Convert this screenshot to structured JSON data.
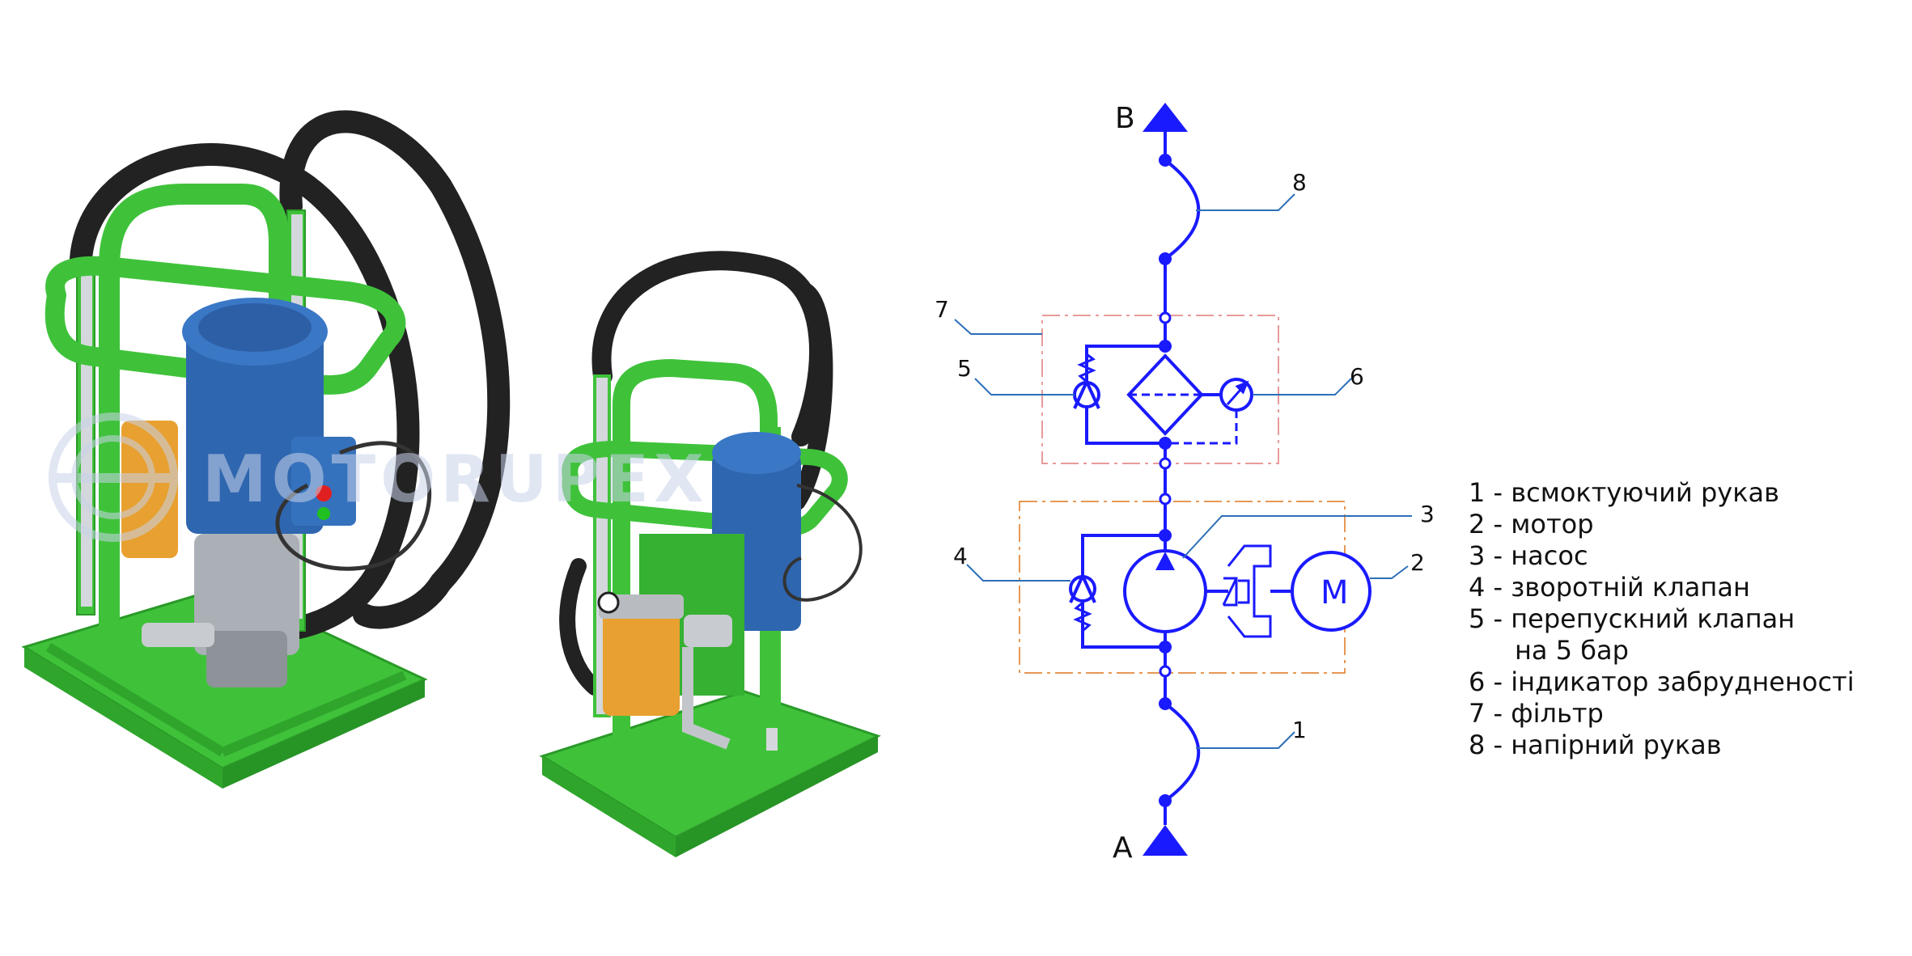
{
  "theme": {
    "circuit": "#1a1aff",
    "leader": "#2b6fb8",
    "filter_box": "#e99a9a",
    "pump_box": "#e79855",
    "frame_green": "#3fc23a",
    "motor_blue": "#2f66b0",
    "hose_black": "#222222",
    "filter_orange": "#e8a030"
  },
  "watermark": {
    "text": "MOTORUPEX"
  },
  "ports": {
    "top": "B",
    "bottom": "A"
  },
  "motor": {
    "letter": "M"
  },
  "callouts": [
    "1",
    "2",
    "3",
    "4",
    "5",
    "6",
    "7",
    "8"
  ],
  "legend": [
    {
      "text": "1 - всмоктуючий рукав",
      "sub": false
    },
    {
      "text": "2 - мотор",
      "sub": false
    },
    {
      "text": "3 - насос",
      "sub": false
    },
    {
      "text": "4 - зворотній клапан",
      "sub": false
    },
    {
      "text": "5 - перепускний клапан",
      "sub": false
    },
    {
      "text": "на 5 бар",
      "sub": true
    },
    {
      "text": "6 - індикатор забрудненості",
      "sub": false
    },
    {
      "text": "7 - фільтр",
      "sub": false
    },
    {
      "text": "8 - напірний рукав",
      "sub": false
    }
  ]
}
